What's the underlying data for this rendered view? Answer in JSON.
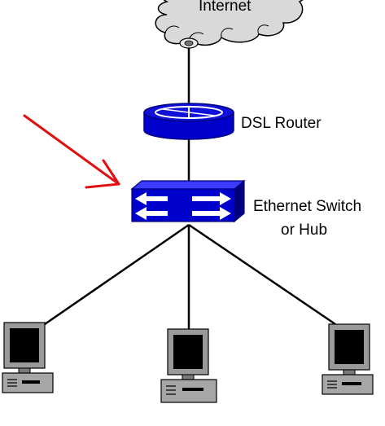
{
  "labels": {
    "internet": "Internet",
    "router": "DSL Router",
    "switch_line1": "Ethernet Switch",
    "switch_line2": "or Hub"
  },
  "colors": {
    "device_blue": "#0000cc",
    "device_blue_dark": "#000080",
    "arrow_red": "#e01010",
    "cloud_fill": "#d9d9d9",
    "computer_gray": "#a6a6a6"
  },
  "icons": {
    "cloud": "cloud-icon",
    "router": "router-icon",
    "switch": "switch-icon",
    "computer": "computer-icon",
    "pointer": "red-arrow-icon"
  }
}
